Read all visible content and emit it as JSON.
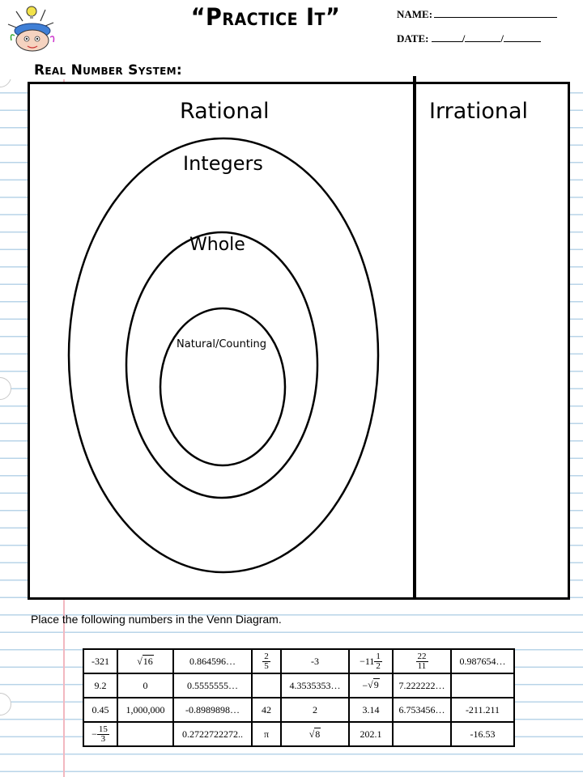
{
  "header": {
    "title": "“Practice It”",
    "name_label": "NAME:",
    "date_label": "DATE:",
    "date_sep1": "/",
    "date_sep2": "/"
  },
  "section_heading": "Real Number System:",
  "venn": {
    "rational": "Rational",
    "irrational": "Irrational",
    "integers": "Integers",
    "whole": "Whole",
    "natural": "Natural/Counting"
  },
  "instructions": "Place the following numbers in the Venn Diagram.",
  "table": {
    "rows": [
      [
        {
          "text": "-321"
        },
        {
          "type": "sqrt",
          "radicand": "16"
        },
        {
          "text": "0.864596…"
        },
        {
          "type": "frac",
          "num": "2",
          "den": "5"
        },
        {
          "text": "-3"
        },
        {
          "type": "mixed",
          "sign": "−",
          "whole": "11",
          "num": "1",
          "den": "2"
        },
        {
          "type": "frac",
          "num": "22",
          "den": "11"
        },
        {
          "text": "0.987654…"
        }
      ],
      [
        {
          "text": "9.2"
        },
        {
          "text": "0"
        },
        {
          "text": "0.5555555…"
        },
        {
          "text": ""
        },
        {
          "text": "4.3535353…"
        },
        {
          "type": "sqrt",
          "sign": "−",
          "radicand": "9"
        },
        {
          "text": "7.222222…"
        },
        {
          "text": ""
        }
      ],
      [
        {
          "text": "0.45"
        },
        {
          "text": "1,000,000"
        },
        {
          "text": "-0.8989898…"
        },
        {
          "text": "42"
        },
        {
          "text": "2"
        },
        {
          "text": "3.14"
        },
        {
          "text": "6.753456…"
        },
        {
          "text": "-211.211"
        }
      ],
      [
        {
          "type": "frac",
          "sign": "−",
          "num": "15",
          "den": "3"
        },
        {
          "text": ""
        },
        {
          "text": "0.2722722272.."
        },
        {
          "text": "π"
        },
        {
          "type": "sqrt",
          "radicand": "8"
        },
        {
          "text": "202.1"
        },
        {
          "text": ""
        },
        {
          "text": "-16.53"
        }
      ]
    ]
  }
}
